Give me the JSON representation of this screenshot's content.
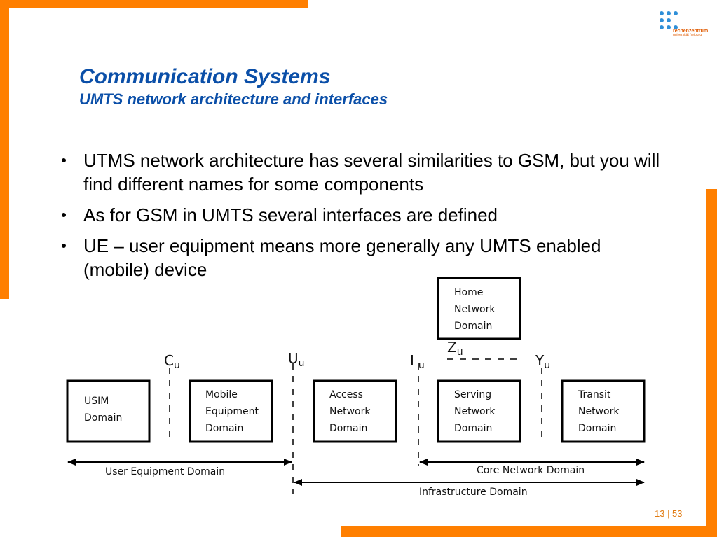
{
  "slide": {
    "title": "Communication Systems",
    "subtitle": "UMTS network architecture and interfaces",
    "bullets": [
      "UTMS network architecture has several similarities to GSM, but you will find different names for some components",
      "As for GSM in UMTS several interfaces are defined",
      "UE – user equipment means more generally any UMTS enabled (mobile) device"
    ],
    "page_number": "13 | 53"
  },
  "logo": {
    "line1": "rechenzentrum",
    "line2": "universität freiburg",
    "accent": "#2f8fd8"
  },
  "diagram": {
    "domains": {
      "usim": [
        "USIM",
        "Domain"
      ],
      "mobile": [
        "Mobile",
        "Equipment",
        "Domain"
      ],
      "access": [
        "Access",
        "Network",
        "Domain"
      ],
      "serving": [
        "Serving",
        "Network",
        "Domain"
      ],
      "transit": [
        "Transit",
        "Network",
        "Domain"
      ],
      "home": [
        "Home",
        "Network",
        "Domain"
      ]
    },
    "interfaces": {
      "cu": {
        "main": "C",
        "sub": "u"
      },
      "uu": {
        "main": "U",
        "sub": "u"
      },
      "iu": {
        "main": "I",
        "sub": "u"
      },
      "yu": {
        "main": "Y",
        "sub": "u"
      },
      "zu": {
        "main": "Z",
        "sub": "u"
      }
    },
    "spans": {
      "user_equipment": "User Equipment Domain",
      "core_network": "Core Network Domain",
      "infrastructure": "Infrastructure Domain"
    }
  },
  "colors": {
    "accent_bar": "#ff7f00",
    "title": "#0b4fa8",
    "page_number": "#e07a10"
  }
}
